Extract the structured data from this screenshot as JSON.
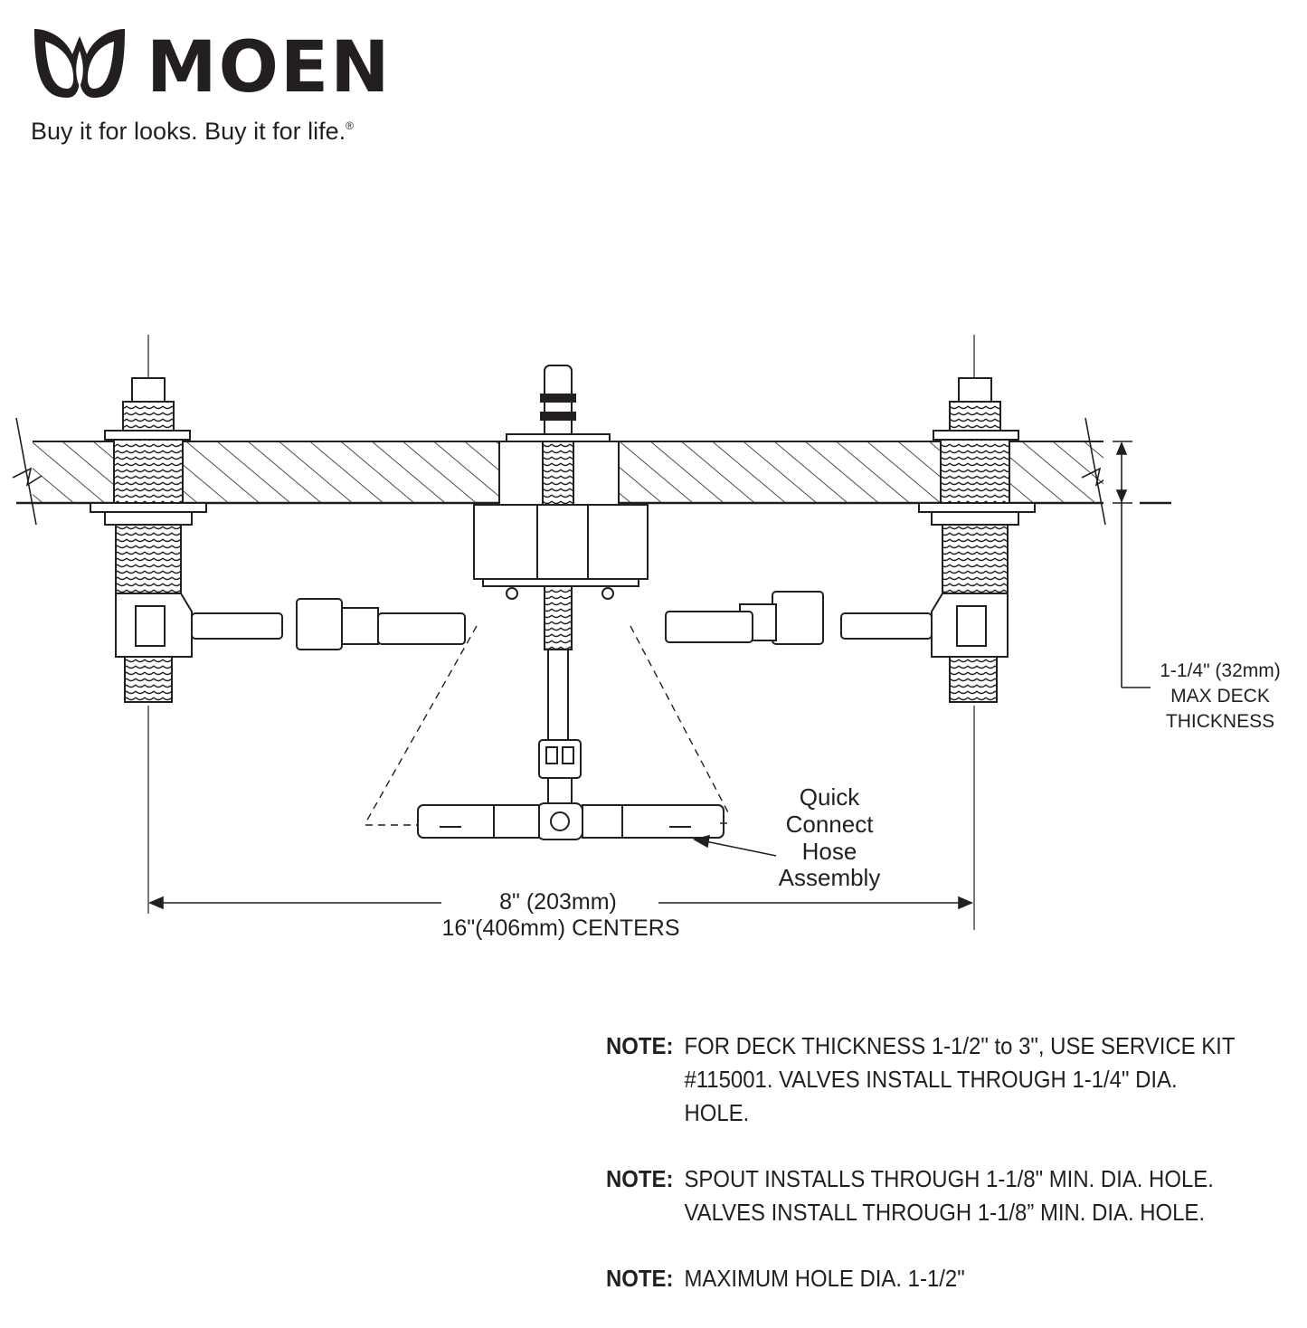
{
  "brand": {
    "name": "MOEN",
    "tagline": "Buy it for looks. Buy it for life.",
    "registered_mark": "®"
  },
  "diagram": {
    "deck_thickness": {
      "line1": "1-1/4\" (32mm)",
      "line2": "MAX DECK",
      "line3": "THICKNESS"
    },
    "hose_label": {
      "line1": "Quick",
      "line2": "Connect",
      "line3": "Hose",
      "line4": "Assembly"
    },
    "centers": {
      "line1": "8\" (203mm)",
      "line2": "16\"(406mm) CENTERS"
    }
  },
  "notes": [
    {
      "label": "NOTE:",
      "text": "FOR DECK THICKNESS 1-1/2\" to 3\", USE SERVICE KIT\n#115001. VALVES INSTALL THROUGH 1-1/4\" DIA.\nHOLE."
    },
    {
      "label": "NOTE:",
      "text": "SPOUT INSTALLS THROUGH 1-1/8\" MIN. DIA. HOLE.\nVALVES INSTALL THROUGH 1-1/8” MIN. DIA. HOLE."
    },
    {
      "label": "NOTE:",
      "text": "MAXIMUM HOLE DIA. 1-1/2\""
    }
  ]
}
